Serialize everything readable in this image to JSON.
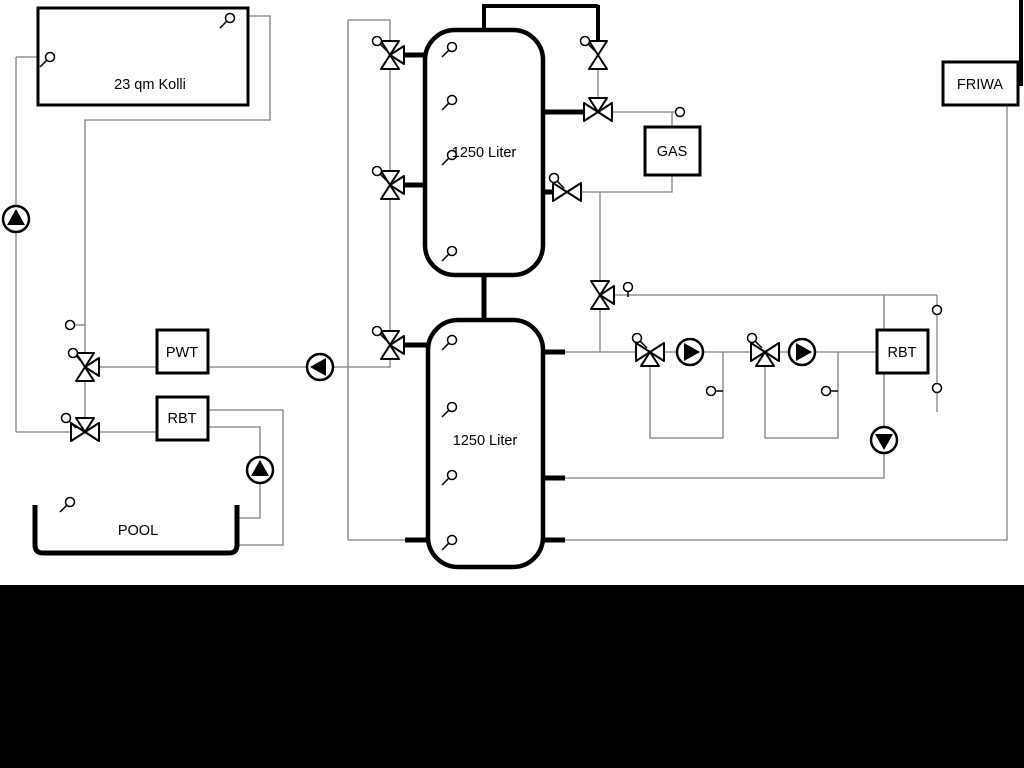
{
  "diagram": {
    "labels": {
      "collector": "23 qm Kolli",
      "tank1": "1250 Liter",
      "tank2": "1250 Liter",
      "gas": "GAS",
      "friwa": "FRIWA",
      "pwt": "PWT",
      "rbt_left": "RBT",
      "rbt_right": "RBT",
      "pool": "POOL"
    },
    "colors": {
      "pipe": "#7f7f7f",
      "component": "#000000",
      "background": "#ffffff",
      "letterbox": "#000000"
    },
    "legend": {
      "pump_symbol": "circle-with-filled-triangle",
      "valve_symbol": "bowtie-triangles",
      "sensor_symbol": "small-circle-with-stem"
    }
  }
}
